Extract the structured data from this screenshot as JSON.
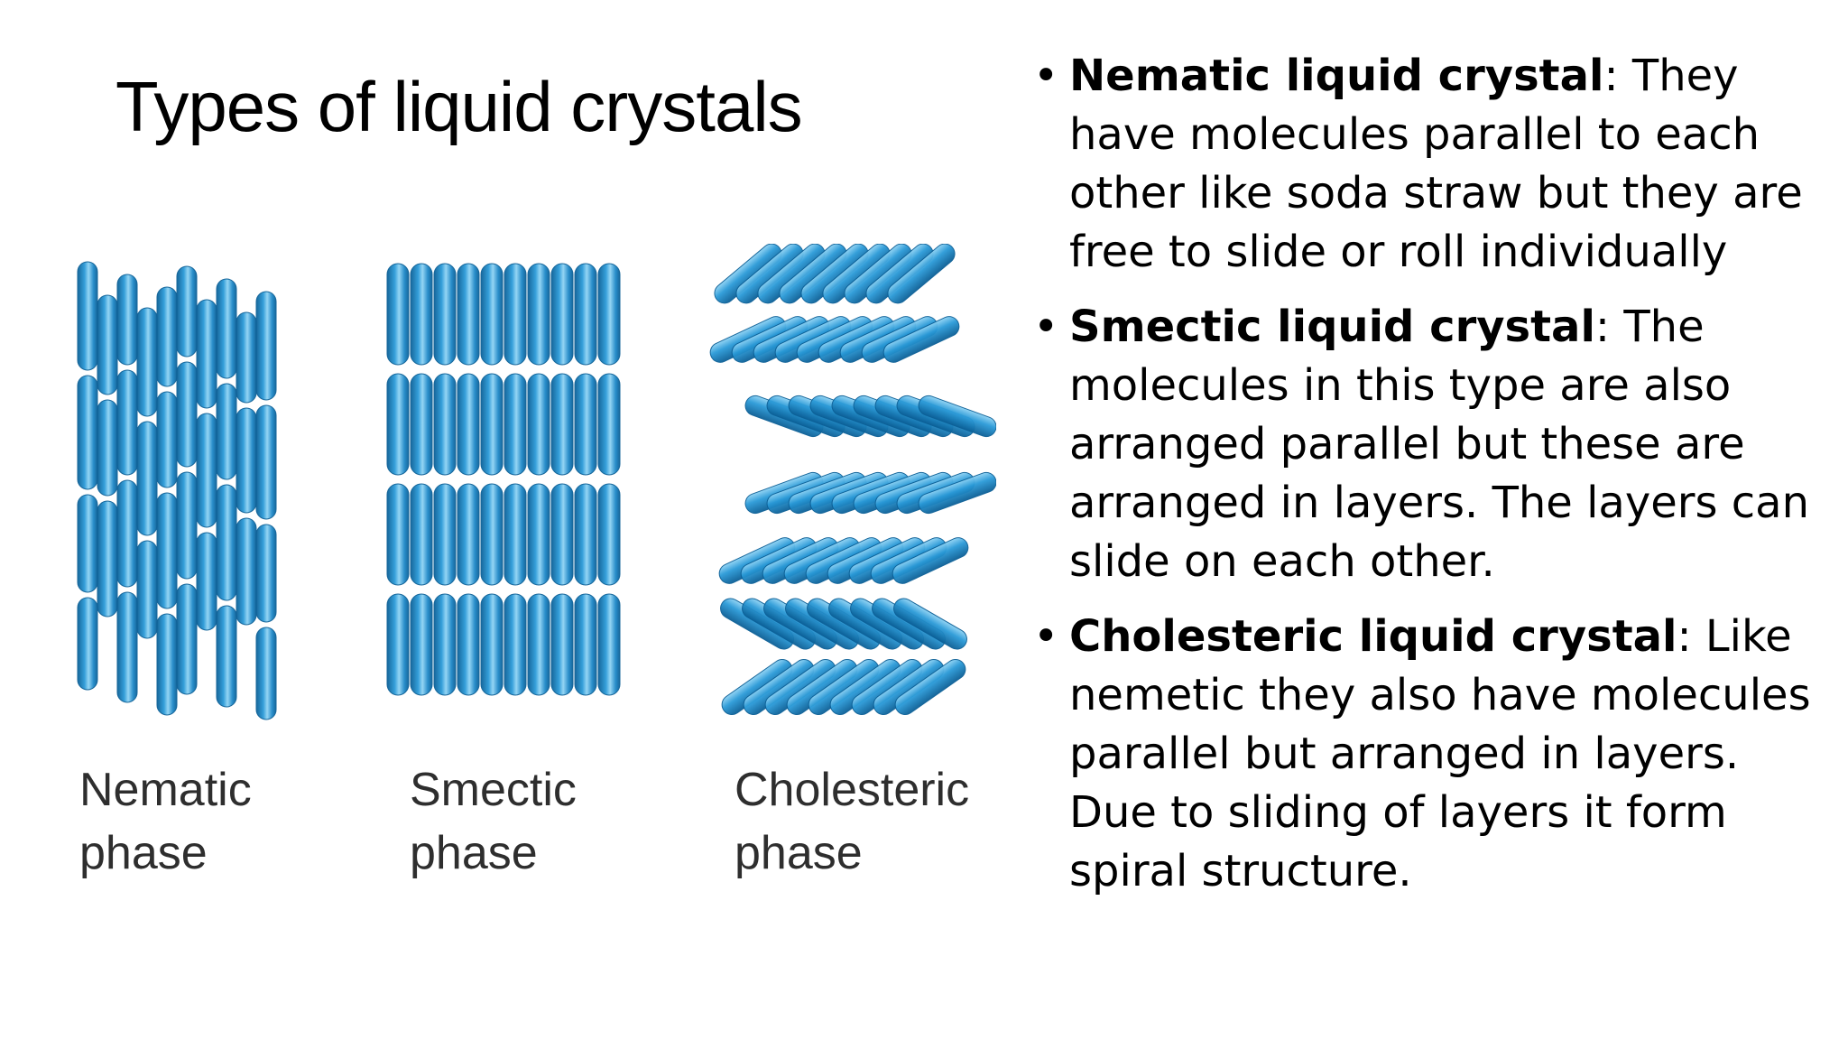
{
  "slide": {
    "title": "Types of liquid crystals"
  },
  "figure": {
    "phases": [
      {
        "label_line1": "Nematic",
        "label_line2": "phase"
      },
      {
        "label_line1": "Smectic",
        "label_line2": "phase"
      },
      {
        "label_line1": "Cholesteric",
        "label_line2": "phase"
      }
    ],
    "molecule_color": "#1e88c8",
    "molecule_dark": "#0b5f96",
    "molecule_light": "#7fc8ee"
  },
  "bullets": [
    {
      "marker": "•",
      "term": "Nematic liquid crystal",
      "text": ": They have molecules parallel to each other like soda straw but they are free to slide or roll individually"
    },
    {
      "marker": "•",
      "term": "Smectic liquid crystal",
      "text": ": The molecules in this type are also arranged parallel but these are arranged in layers. The layers can slide on each other."
    },
    {
      "marker": "•",
      "term": "Cholesteric liquid crystal",
      "text": ": Like nemetic they also have molecules parallel but arranged in layers. Due to sliding of layers it form spiral structure."
    }
  ]
}
